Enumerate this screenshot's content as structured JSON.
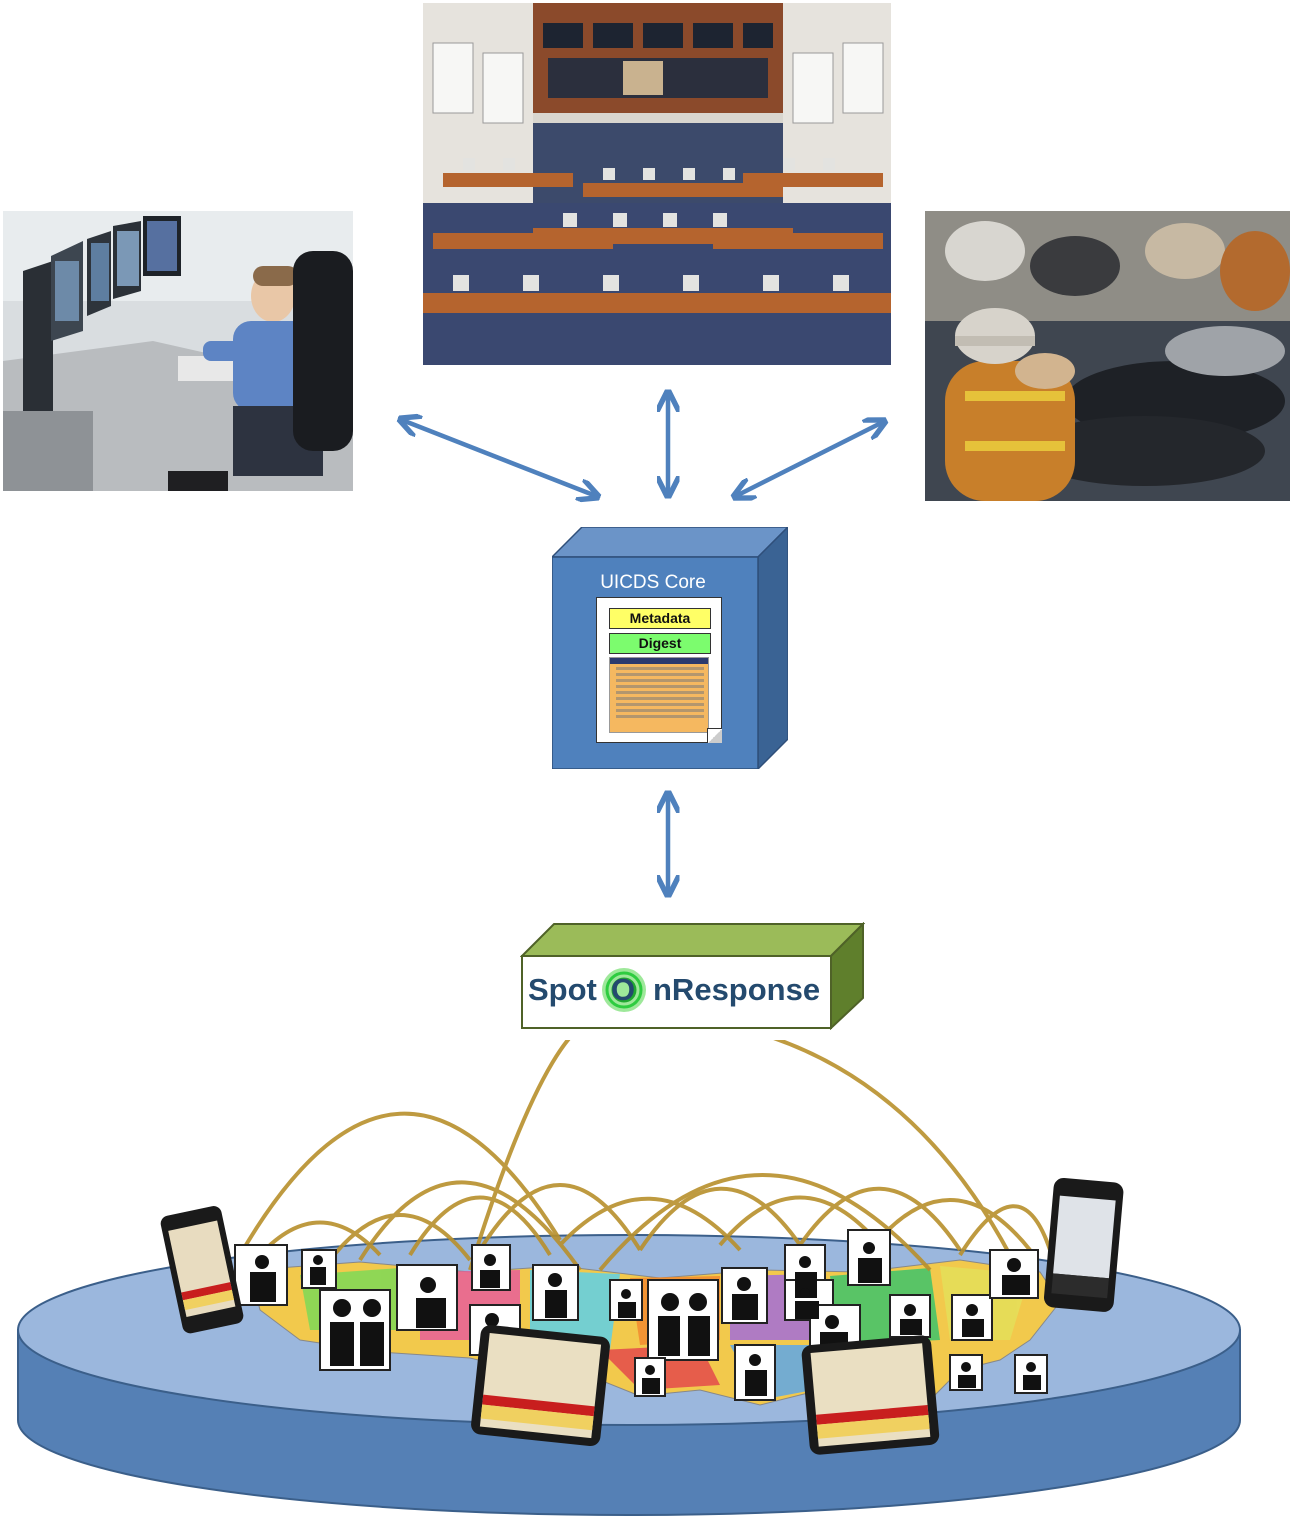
{
  "core": {
    "title": "UICDS Core",
    "chip_metadata": "Metadata",
    "chip_digest": "Digest"
  },
  "spot": {
    "prefix": "Spot",
    "o_letter": "O",
    "suffix": "nResponse"
  },
  "colors": {
    "arrow": "#4f81bd",
    "core_front": "#4f81bd",
    "core_side": "#3a6394",
    "spot_front": "#ffffff",
    "spot_frame": "#76923c",
    "spot_text": "#244a6e",
    "spot_ring": "#2ecc40",
    "network_link": "#b8902c",
    "disk": "#8eaad6"
  },
  "images": [
    {
      "name": "dispatcher-photo",
      "depicts": "dispatcher-at-monitors"
    },
    {
      "name": "eoc-photo",
      "depicts": "emergency-operations-center"
    },
    {
      "name": "field-photo",
      "depicts": "firefighter-at-incident-scene"
    }
  ]
}
